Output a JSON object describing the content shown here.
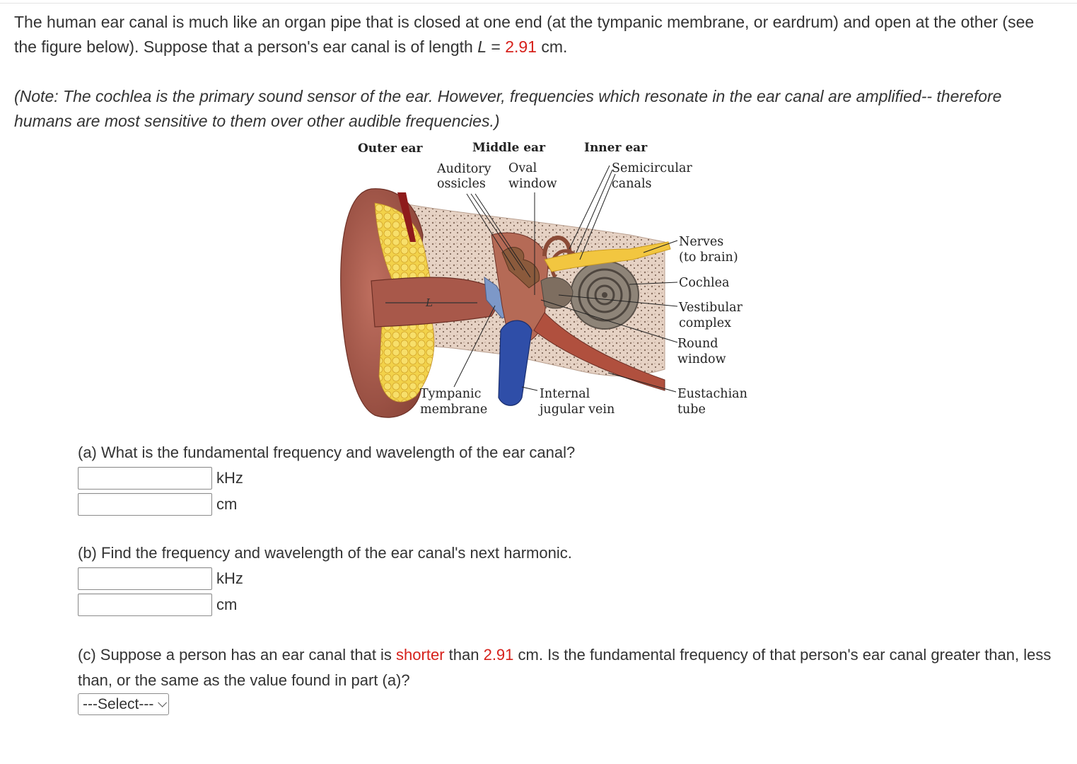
{
  "intro": {
    "part1": "The human ear canal is much like an organ pipe that is closed at one end (at the tympanic membrane, or eardrum) and open at the other (see the figure below). Suppose that a person's ear canal is of length ",
    "var": "L",
    "eq": " = ",
    "length": "2.91",
    "unit": " cm."
  },
  "note": "(Note: The cochlea is the primary sound sensor of the ear. However, frequencies which resonate in the ear canal are amplified-- therefore humans are most sensitive to them over other audible frequencies.)",
  "figure": {
    "headers": {
      "outer": "Outer ear",
      "middle": "Middle ear",
      "inner": "Inner ear"
    },
    "labels": {
      "auditory": "Auditory",
      "ossicles": "ossicles",
      "oval": "Oval",
      "window": "window",
      "semicircular": "Semicircular",
      "canals": "canals",
      "nerves": "Nerves",
      "to_brain": "(to brain)",
      "cochlea": "Cochlea",
      "vestibular": "Vestibular",
      "complex": "complex",
      "round": "Round",
      "round_window": "window",
      "eustachian": "Eustachian",
      "tube": "tube",
      "tympanic": "Tympanic",
      "membrane": "membrane",
      "internal": "Internal",
      "jugular": "jugular vein",
      "L": "L"
    }
  },
  "part_a": {
    "question": "(a) What is the fundamental frequency and wavelength of the ear canal?",
    "unit1": "kHz",
    "unit2": "cm",
    "value1": "",
    "value2": ""
  },
  "part_b": {
    "question": "(b) Find the frequency and wavelength of the ear canal's next harmonic.",
    "unit1": "kHz",
    "unit2": "cm",
    "value1": "",
    "value2": ""
  },
  "part_c": {
    "q1": "(c) Suppose a person has an ear canal that is ",
    "shorter": "shorter",
    "q2": " than ",
    "length": "2.91",
    "q3": " cm. Is the fundamental frequency of that person's ear canal greater than, less than, or the same as the value found in part (a)?",
    "select": "---Select---"
  }
}
